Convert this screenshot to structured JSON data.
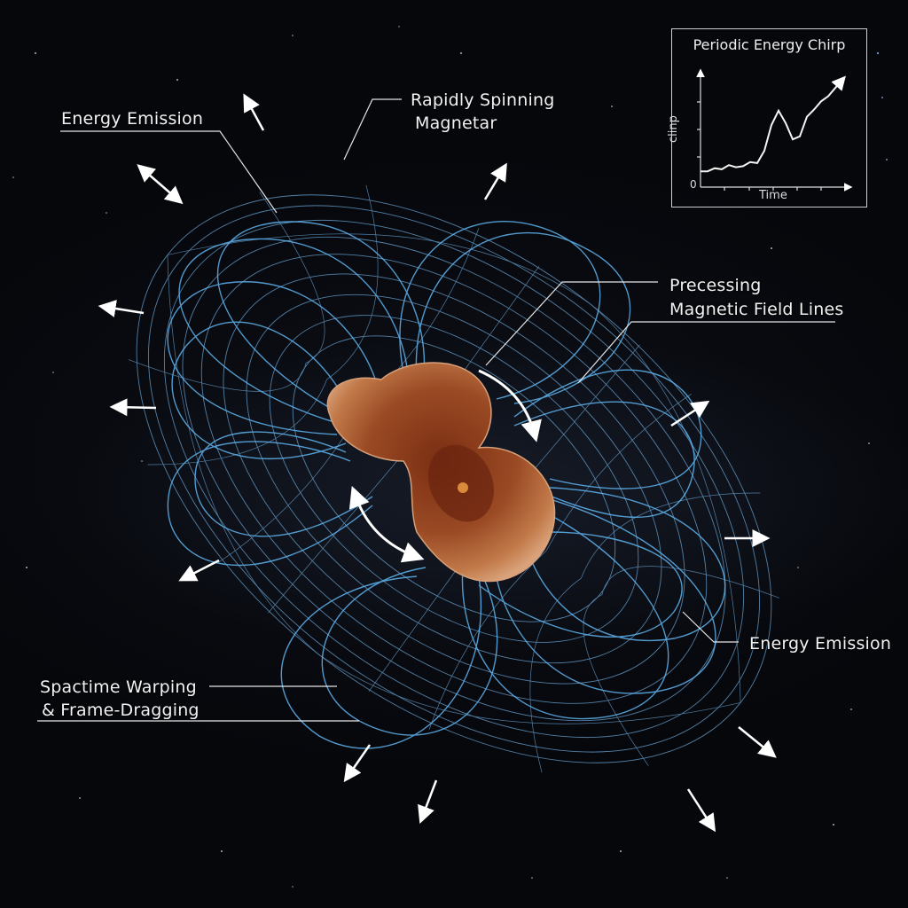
{
  "illustration": {
    "subject": "Rapidly spinning magnetar with precessing magnetic field lines",
    "background_color": "#05060a",
    "field_line_color": "#5fb4f0",
    "grid_color": "#6aa6d6",
    "magnetar_color": "#a0502a",
    "arrow_color": "#ffffff"
  },
  "labels": {
    "energy_emission_top": "Energy Emission",
    "magnetar_line1": "Rapidly Spinning",
    "magnetar_line2": "Magnetar",
    "field_lines_line1": "Precessing",
    "field_lines_line2": "Magnetic Field Lines",
    "energy_emission_right": "Energy Emission",
    "spacetime_line1": "Spactime Warping",
    "spacetime_line2": "& Frame-Dragging"
  },
  "inset_chart": {
    "title": "Periodic Energy Chirp",
    "ylabel": "clinp",
    "xlabel": "Time",
    "zero_label": "0"
  },
  "chart_data": {
    "type": "line",
    "title": "Periodic Energy Chirp",
    "xlabel": "Time",
    "ylabel": "clinp",
    "x": [
      0,
      1,
      2,
      3,
      4,
      5,
      6,
      7,
      8,
      9,
      10,
      11,
      12,
      13,
      14,
      15,
      16,
      17,
      18,
      19,
      20
    ],
    "series": [
      {
        "name": "chirp",
        "values": [
          0.5,
          0.5,
          0.8,
          0.7,
          1.1,
          0.9,
          1.0,
          1.4,
          1.3,
          2.5,
          5.0,
          6.4,
          5.2,
          3.6,
          3.9,
          5.8,
          6.5,
          7.3,
          7.8,
          8.6,
          9.4
        ]
      }
    ],
    "x_ticks": 6,
    "y_ticks": 3,
    "ylim": [
      0,
      10
    ],
    "grid": false,
    "annotations": [
      "arrow at end of curve"
    ]
  }
}
